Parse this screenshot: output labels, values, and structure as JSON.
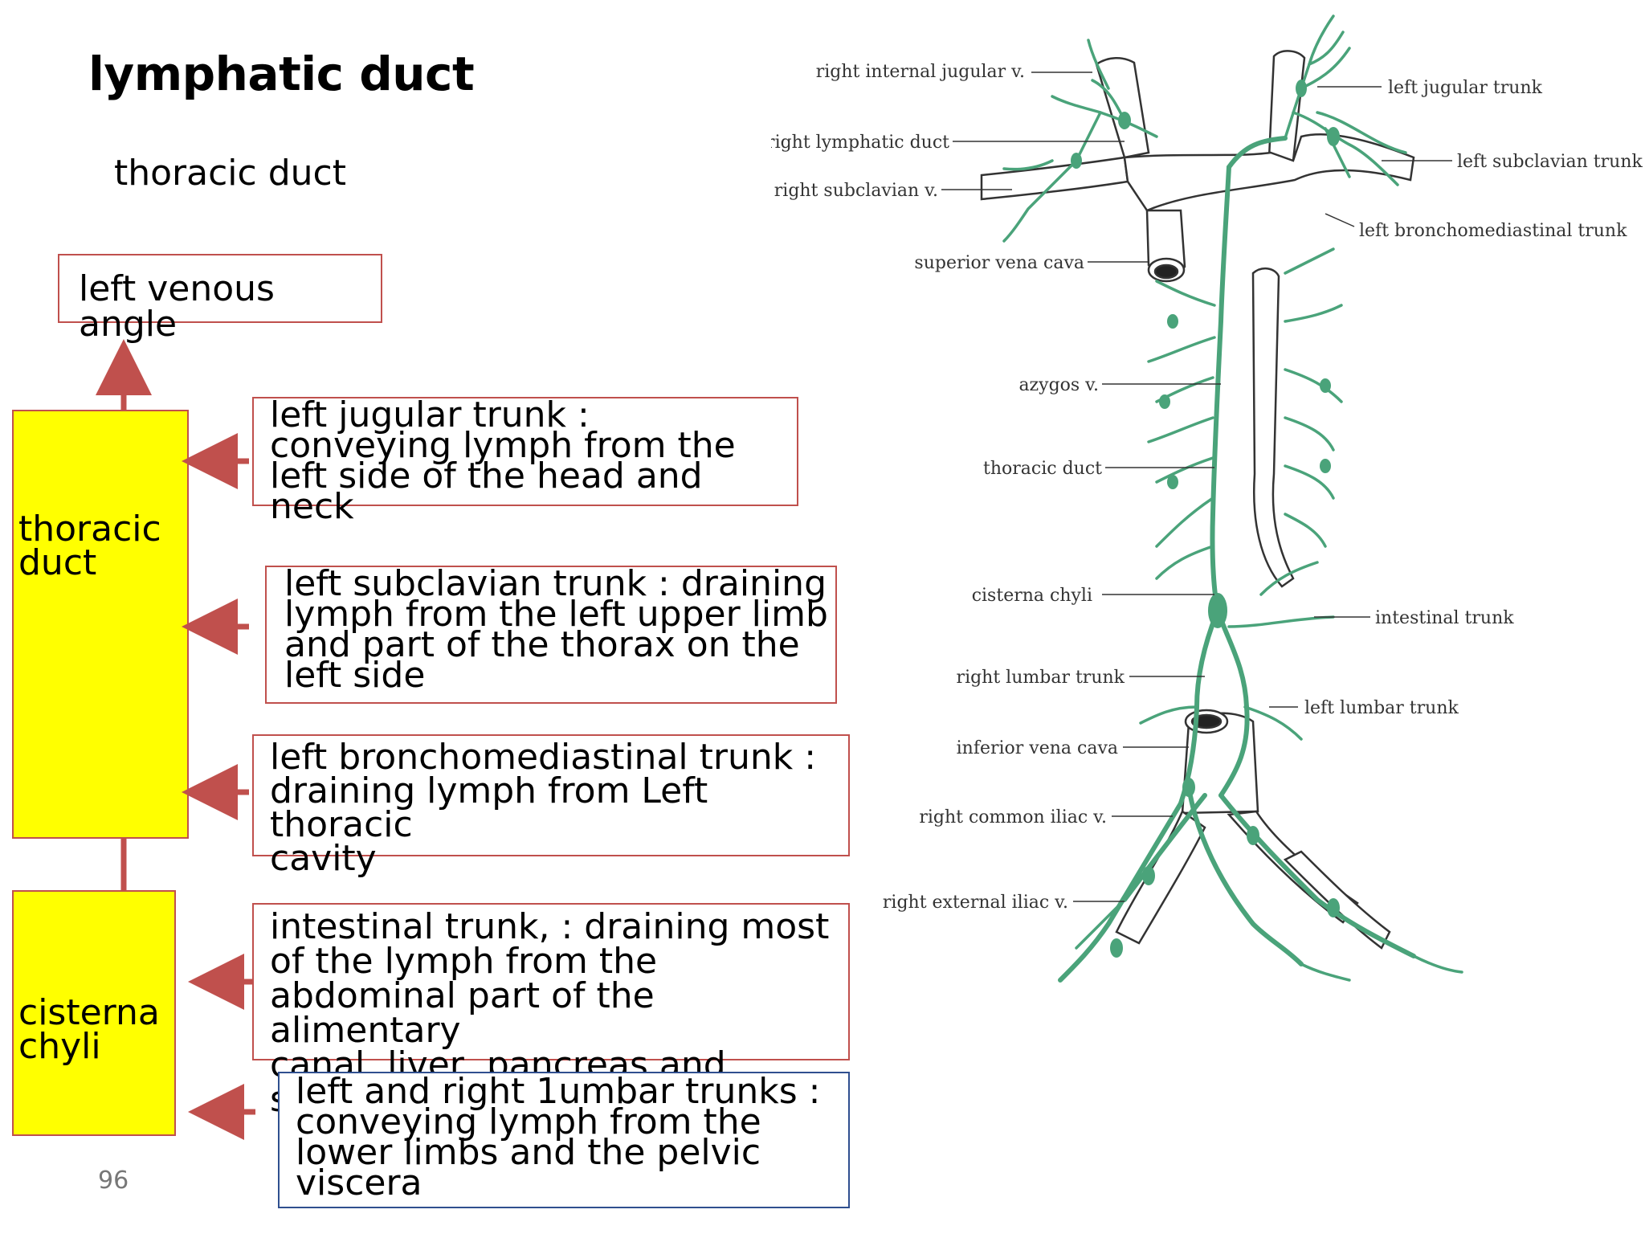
{
  "title": "lymphatic duct",
  "subtitle": "thoracic duct",
  "top_box": "left venous angle",
  "yellow_blocks": {
    "thoracic_duct": "thoracic\nduct",
    "cisterna_chyli": "cisterna\nchyli"
  },
  "tributaries": [
    {
      "text": "left jugular trunk   :\nconveying lymph from the\nleft side of the head and neck"
    },
    {
      "text": "left subclavian trunk   : draining\nlymph from the left upper limb\nand   part of the thorax on the\nleft side"
    },
    {
      "text": "left bronchomediastinal trunk   :\ndraining lymph from Left thoracic\ncavity"
    },
    {
      "text": "intestinal trunk,  : draining most\nof the lymph from the\nabdominal part of the alimentary\ncanal, liver, pancreas and spleen"
    },
    {
      "text": " left and right 1umbar trunks   :\nconveying lymph from the\nlower limbs and the pelvic\nviscera"
    }
  ],
  "page_number": "96",
  "figure_labels": {
    "right_internal_jugular": "right internal jugular v.",
    "right_lymphatic_duct": "right lymphatic duct",
    "right_subclavian": "right subclavian v.",
    "superior_vena_cava": "superior vena cava",
    "azygos": "azygos v.",
    "thoracic_duct": "thoracic duct",
    "cisterna_chyli": "cisterna chyli",
    "right_lumbar_trunk": "right lumbar trunk",
    "inferior_vena_cava": "inferior vena cava",
    "right_common_iliac": "right common iliac v.",
    "right_external_iliac": "right external iliac v.",
    "left_jugular_trunk": "left jugular trunk",
    "left_subclavian_trunk": "left subclavian trunk",
    "left_bronchomediastinal_trunk": "left bronchomediastinal trunk",
    "intestinal_trunk": "intestinal trunk",
    "left_lumbar_trunk": "left lumbar trunk"
  },
  "colors": {
    "box_border": "#c0504d",
    "blue_border": "#2f4f8f",
    "highlight": "#ffff00",
    "lymph": "#4aa37a"
  }
}
